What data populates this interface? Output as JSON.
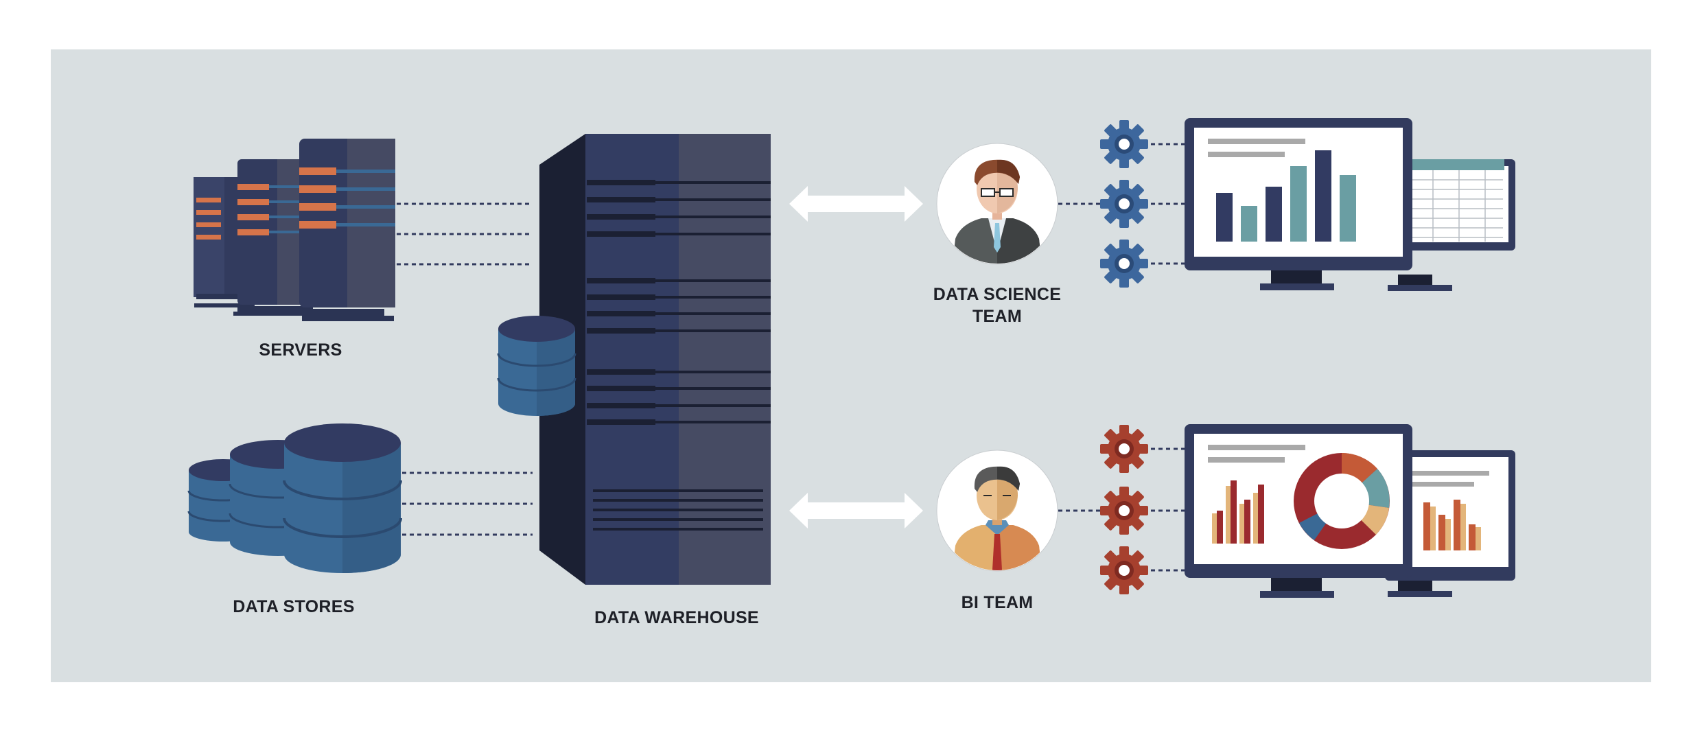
{
  "labels": {
    "servers": "SERVERS",
    "data_stores": "DATA STORES",
    "data_warehouse": "DATA WAREHOUSE",
    "data_science_team_line1": "DATA SCIENCE",
    "data_science_team_line2": "TEAM",
    "bi_team": "BI TEAM"
  },
  "icons": {
    "server": "server-icon",
    "database": "database-icon",
    "warehouse": "data-warehouse-icon",
    "arrow": "double-arrow-icon",
    "person": "person-avatar-icon",
    "gear": "gear-icon",
    "monitor": "monitor-icon"
  },
  "colors": {
    "background_panel": "#d9dfe1",
    "server_dark": "#323b5e",
    "server_accent": "#d6744a",
    "database_blue": "#3a6995",
    "warehouse_face": "#333d62",
    "warehouse_shadow": "#1b2033",
    "gear_blue": "#3d679d",
    "gear_red": "#a6402e",
    "chart_navy": "#323b62",
    "chart_teal": "#6a9ea3",
    "chart_red": "#9a2a2e",
    "chart_orange": "#c45a37",
    "chart_tan": "#e3b57a"
  }
}
